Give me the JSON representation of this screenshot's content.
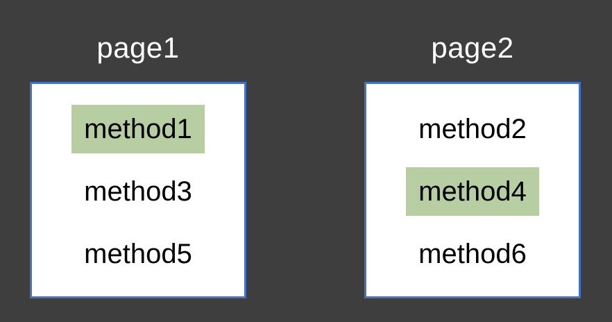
{
  "colors": {
    "background": "#3e3e3e",
    "box_fill": "#ffffff",
    "box_border": "#4472c4",
    "highlight_green": "#b7cda2",
    "title_text": "#ffffff",
    "method_text": "#000000"
  },
  "pages": [
    {
      "title": "page1",
      "methods": [
        {
          "label": "method1",
          "highlighted": true
        },
        {
          "label": "method3",
          "highlighted": false
        },
        {
          "label": "method5",
          "highlighted": false
        }
      ]
    },
    {
      "title": "page2",
      "methods": [
        {
          "label": "method2",
          "highlighted": false
        },
        {
          "label": "method4",
          "highlighted": true
        },
        {
          "label": "method6",
          "highlighted": false
        }
      ]
    }
  ]
}
